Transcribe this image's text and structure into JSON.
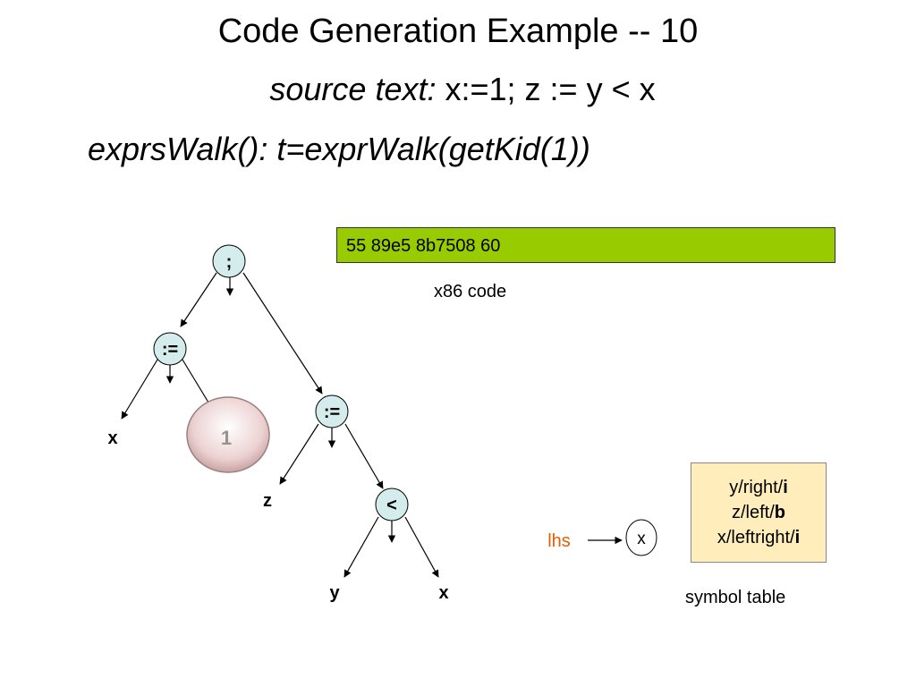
{
  "title": "Code Generation Example -- 10",
  "subtitle": {
    "label": "source text:",
    "text": " x:=1; z := y < x"
  },
  "walk_line": "exprsWalk(): t=exprWalk(getKid(1))",
  "code_box": {
    "text": "55 89e5 8b7508 60",
    "caption": "x86 code",
    "color": "#99cc00"
  },
  "tree": {
    "root": ";",
    "assign1": ":=",
    "assign2": ":=",
    "less": "<",
    "leaf_x1": "x",
    "leaf_1": "1",
    "leaf_z": "z",
    "leaf_y": "y",
    "leaf_x2": "x",
    "node_color": "#d4ecec",
    "highlight_color": "#e8c8c8"
  },
  "lhs": {
    "label": "lhs",
    "value": "x",
    "label_color": "#e65c00"
  },
  "symbol_table": {
    "rows": [
      {
        "prefix": "y/right/",
        "suffix": "i"
      },
      {
        "prefix": "z/left/",
        "suffix": "b"
      },
      {
        "prefix": "x/leftright/",
        "suffix": "i"
      }
    ],
    "caption": "symbol table",
    "background": "#ffeebb"
  }
}
